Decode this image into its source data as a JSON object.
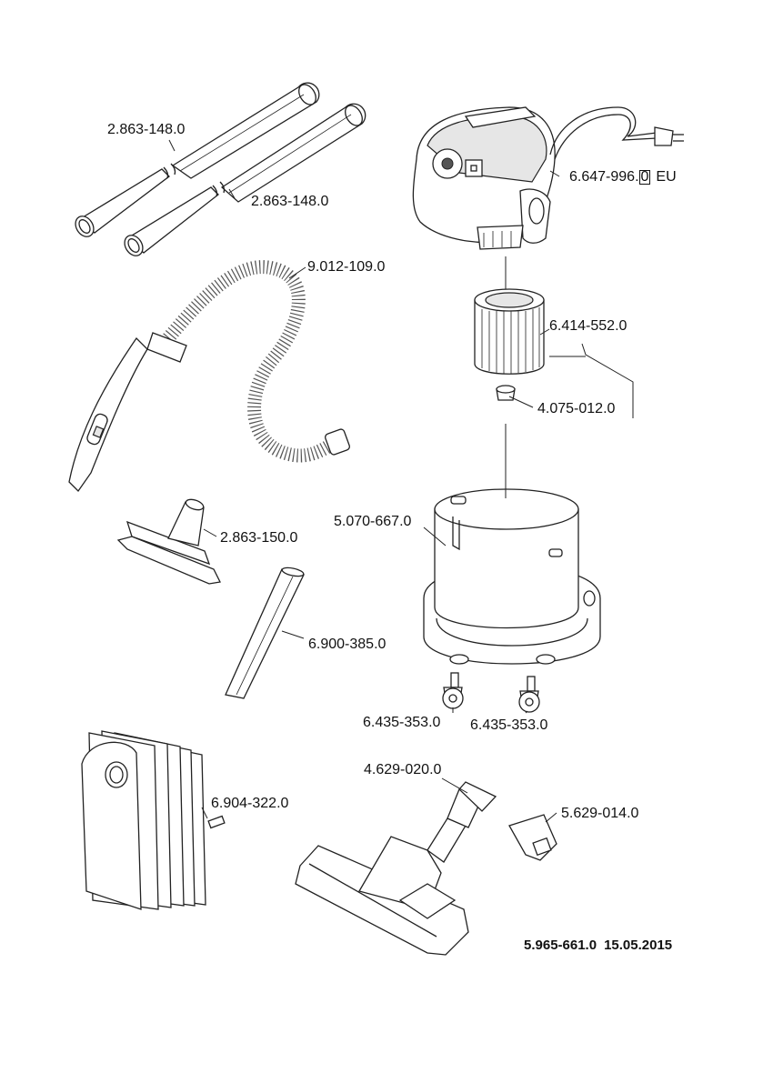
{
  "parts": {
    "tube_upper": "2.863-148.0",
    "tube_lower": "2.863-148.0",
    "power_cord": "6.647-996.0",
    "power_cord_suffix": "EU",
    "suction_hose": "9.012-109.0",
    "cartridge_filter": "6.414-552.0",
    "filter_plug": "4.075-012.0",
    "upholstery_nozzle": "2.863-150.0",
    "container": "5.070-667.0",
    "crevice_nozzle": "6.900-385.0",
    "castor_left": "6.435-353.0",
    "castor_right": "6.435-353.0",
    "floor_nozzle": "4.629-020.0",
    "adapter": "5.629-014.0",
    "filter_bags": "6.904-322.0"
  },
  "footer": {
    "doc_number": "5.965-661.0",
    "date": "15.05.2015"
  }
}
